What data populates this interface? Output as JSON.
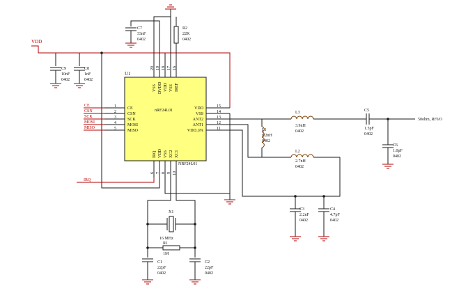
{
  "chip": {
    "ref": "U1",
    "name": "nRF24L01",
    "part": "NRF24L01",
    "left_pins": [
      {
        "num": "1",
        "label": "CE"
      },
      {
        "num": "2",
        "label": "CSN"
      },
      {
        "num": "3",
        "label": "SCK"
      },
      {
        "num": "4",
        "label": "MOSI"
      },
      {
        "num": "5",
        "label": "MISO"
      }
    ],
    "right_pins": [
      {
        "num": "15",
        "label": "VDD"
      },
      {
        "num": "14",
        "label": "VSS"
      },
      {
        "num": "13",
        "label": "ANT2"
      },
      {
        "num": "12",
        "label": "ANT1"
      },
      {
        "num": "11",
        "label": "VDD_PA"
      }
    ],
    "top_pins": [
      {
        "num": "20",
        "label": "VSS"
      },
      {
        "num": "19",
        "label": "DVDD"
      },
      {
        "num": "18",
        "label": "VDD"
      },
      {
        "num": "17",
        "label": "VSS"
      },
      {
        "num": "16",
        "label": "IREF"
      }
    ],
    "bottom_pins": [
      {
        "num": "6",
        "label": "IRQ"
      },
      {
        "num": "7",
        "label": "VDD"
      },
      {
        "num": "8",
        "label": "VSS"
      },
      {
        "num": "9",
        "label": "XC2"
      },
      {
        "num": "10",
        "label": "XC1"
      }
    ]
  },
  "nets": {
    "vdd": "VDD",
    "ce": "CE",
    "csn": "CSN",
    "sck": "SCK",
    "mosi": "MOSI",
    "miso": "MISO",
    "irq": "IRQ",
    "rf_out": "50ohm, RFI/O"
  },
  "components": {
    "c7": {
      "ref": "C7",
      "value": "33nF",
      "pkg": "0402"
    },
    "r2": {
      "ref": "R2",
      "value": "22K",
      "pkg": "0402"
    },
    "c9": {
      "ref": "C9",
      "value": "10nF",
      "pkg": "0402"
    },
    "c8": {
      "ref": "C8",
      "value": "1nF",
      "pkg": "0402"
    },
    "l1": {
      "ref": "L1",
      "value": "8.2nH",
      "pkg": "0402"
    },
    "l3": {
      "ref": "L3",
      "value": "3.9nH",
      "pkg": "0402"
    },
    "c5": {
      "ref": "C5",
      "value": "1.5pF",
      "pkg": "0402"
    },
    "c6": {
      "ref": "C6",
      "value": "1.0pF",
      "pkg": "0402"
    },
    "l2": {
      "ref": "L2",
      "value": "2.7nH",
      "pkg": "0402"
    },
    "c3": {
      "ref": "C3",
      "value": "2.2nF",
      "pkg": "0402"
    },
    "c4": {
      "ref": "C4",
      "value": "4.7pF",
      "pkg": "0402"
    },
    "x1": {
      "ref": "X1",
      "value": "16 MHz"
    },
    "r1": {
      "ref": "R1",
      "value": "1M"
    },
    "c1": {
      "ref": "C1",
      "value": "22pF",
      "pkg": "0402"
    },
    "c2": {
      "ref": "C2",
      "value": "22pF",
      "pkg": "0402"
    }
  },
  "colors": {
    "chip_fill": "#ffff80",
    "wire": "#1a1a1a",
    "ground": "#b00000",
    "signal": "#b00000",
    "inductor": "#7a3b00"
  }
}
